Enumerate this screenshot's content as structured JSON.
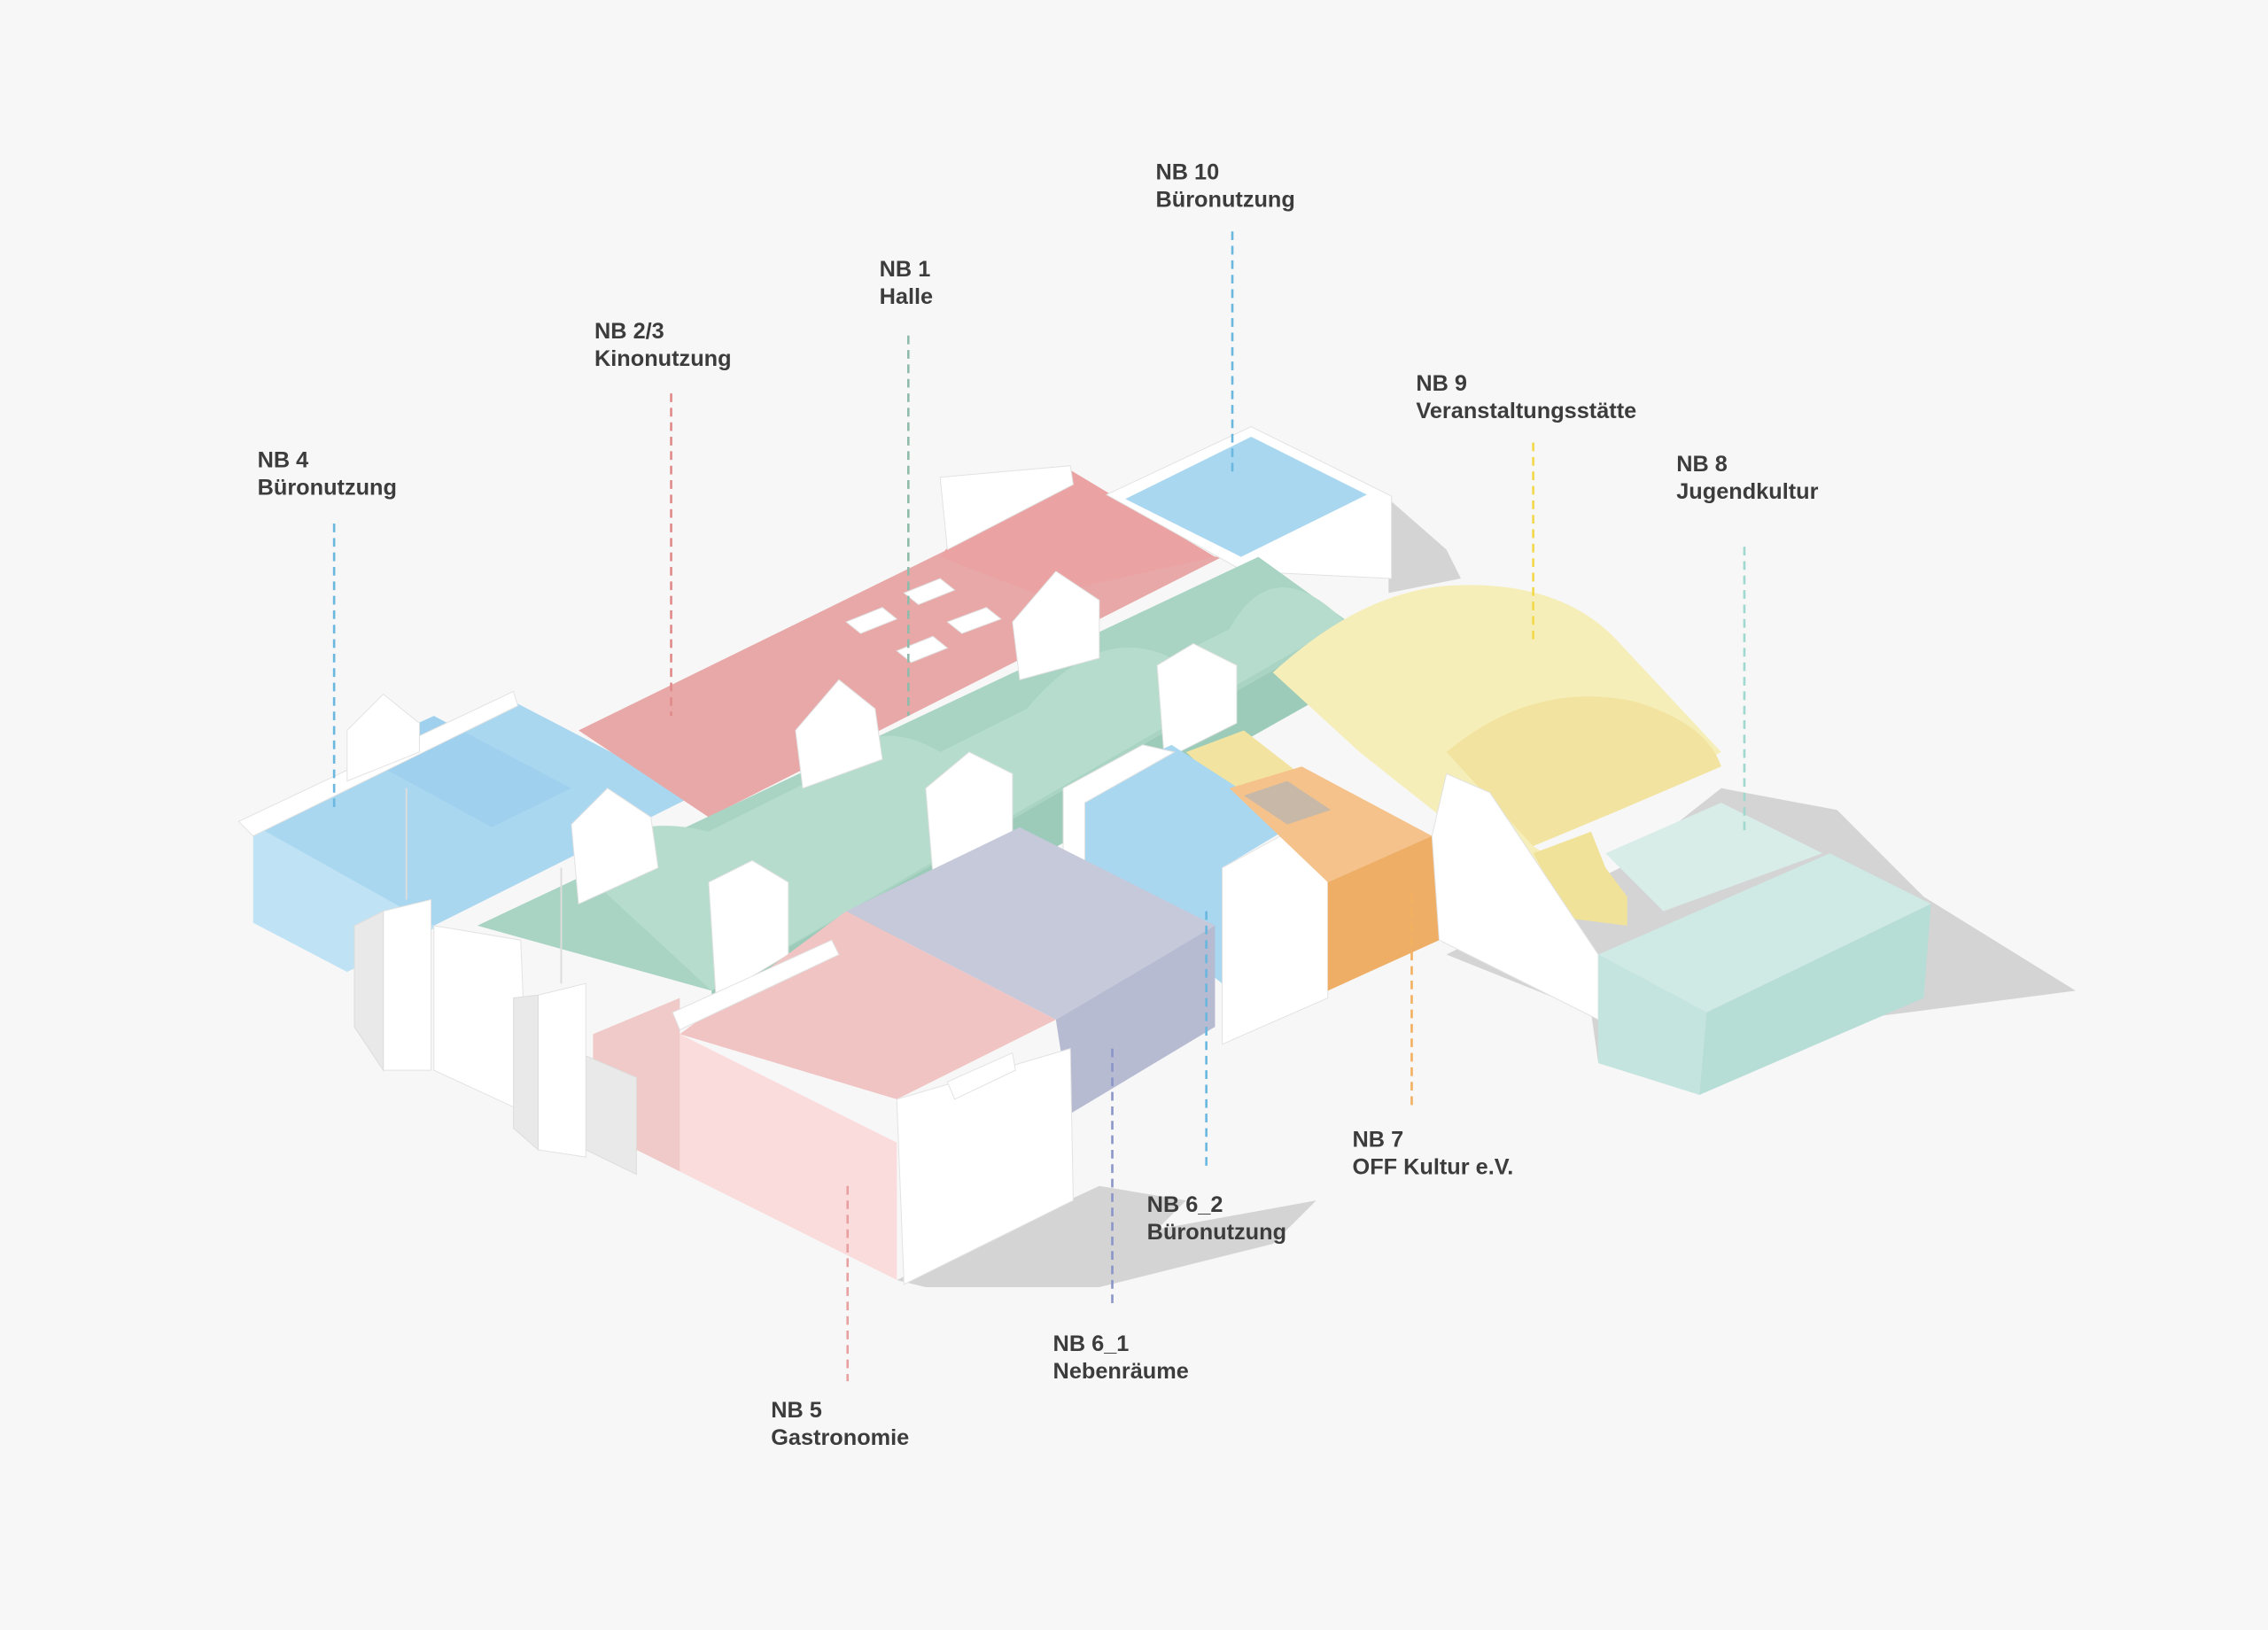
{
  "diagram": {
    "labels": [
      {
        "id": "nb10",
        "code": "NB 10",
        "use": "Büronutzung",
        "color": "#6ab8e0"
      },
      {
        "id": "nb1",
        "code": "NB 1",
        "use": "Halle",
        "color": "#8fbcaa"
      },
      {
        "id": "nb23",
        "code": "NB 2/3",
        "use": "Kinonutzung",
        "color": "#e08a8a"
      },
      {
        "id": "nb4",
        "code": "NB 4",
        "use": "Büronutzung",
        "color": "#6ab8e0"
      },
      {
        "id": "nb9",
        "code": "NB 9",
        "use": "Veranstaltungsstätte",
        "color": "#f2d84a"
      },
      {
        "id": "nb8",
        "code": "NB 8",
        "use": "Jugendkultur",
        "color": "#9fd8cf"
      },
      {
        "id": "nb7",
        "code": "NB 7",
        "use": "OFF Kultur e.V.",
        "color": "#f2b060"
      },
      {
        "id": "nb62",
        "code": "NB 6_2",
        "use": "Büronutzung",
        "color": "#6ab8e0"
      },
      {
        "id": "nb61",
        "code": "NB 6_1",
        "use": "Nebenräume",
        "color": "#8a96c8"
      },
      {
        "id": "nb5",
        "code": "NB 5",
        "use": "Gastronomie",
        "color": "#e8a0a0"
      }
    ]
  }
}
